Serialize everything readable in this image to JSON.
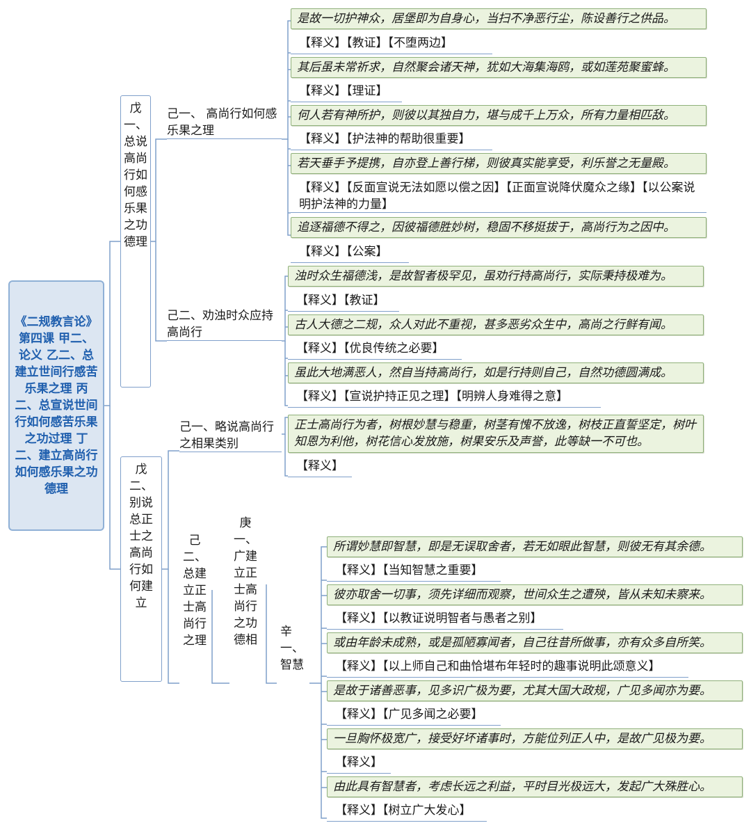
{
  "root": "《二规教言论》第四课 甲二、论义 乙二、总建立世间行感苦乐果之理 丙二、总宣说世间行如何感苦乐果之功过理 丁二、建立高尚行如何感乐果之功德理",
  "nodes": {
    "wu1": "戊一、总说高尚行如何感乐果之功德理",
    "wu2": "戊二、别说总正士之高尚行如何建立",
    "ji1": "己一、 高尚行如何感乐果之理",
    "ji2": "己二、劝浊时众应持高尚行",
    "ji1b": "己一、略说高尚行之相果类别",
    "ji2b": "己二、总建立正士高尚行之理",
    "geng1": "庚一、广建立正士高尚行之功德相",
    "xin1": "辛一、智慧"
  },
  "group_ji1": [
    {
      "quote": "是故一切护神众，居堡即为自身心，当扫不净恶行尘，陈设善行之供品。",
      "gloss": "【释义】【教证】【不堕两边】"
    },
    {
      "quote": "其后虽未常祈求，自然聚会诸天神，犹如大海集海鸥，或如莲苑聚蜜蜂。",
      "gloss": "【释义】【理证】"
    },
    {
      "quote": "何人若有神所护，则彼以其独自力，堪与成千上万众，所有力量相匹敌。",
      "gloss": "【释义】【护法神的帮助很重要】"
    },
    {
      "quote": "若天垂手予提携，自亦登上善行梯，则彼真实能享受，利乐誉之无量殿。",
      "gloss": "【释义】【反面宣说无法如愿以偿之因】【正面宣说降伏魔众之缘】【以公案说明护法神的力量】"
    },
    {
      "quote": "追逐福德不得之，因彼福德胜妙树，稳固不移挺拔于，高尚行为之因中。",
      "gloss": "【释义】【公案】"
    }
  ],
  "group_ji2": [
    {
      "quote": "浊时众生福德浅，是故智者极罕见，虽劝行持高尚行，实际秉持极难为。",
      "gloss": "【释义】【教证】"
    },
    {
      "quote": "古人大德之二规，众人对此不重视，甚多恶劣众生中，高尚之行鲜有闻。",
      "gloss": "【释义】【优良传统之必要】"
    },
    {
      "quote": "虽此大地满恶人，然自当持高尚行，如是行持则自己，自然功德圆满成。",
      "gloss": "【释义】【宣说护持正见之理】【明辨人身难得之意】"
    }
  ],
  "group_ji1b": [
    {
      "quote": "正士高尚行为者，树根妙慧与稳重，树茎有愧不放逸，树枝正直誓坚定，树叶知恩为利他，树花信心发放施，树果安乐及声誉，此等缺一不可也。",
      "gloss": "【释义】"
    }
  ],
  "group_xin1": [
    {
      "quote": "所谓妙慧即智慧，即是无误取舍者，若无如眼此智慧，则彼无有其余德。",
      "gloss": "【释义】【当知智慧之重要】"
    },
    {
      "quote": "彼亦取舍一切事，须先详细而观察，世间众生之遭殃，皆从未知未察来。",
      "gloss": "【释义】【以教证说明智者与愚者之别】"
    },
    {
      "quote": "或由年龄未成熟，或是孤陋寡闻者，自己往昔所做事，亦有众多自所笑。",
      "gloss": "【释义】【以上师自己和曲恰堪布年轻时的趣事说明此颂意义】"
    },
    {
      "quote": "是故于诸善恶事，见多识广极为要，尤其大国大政规，广见多闻亦为要。",
      "gloss": "【释义】【广见多闻之必要】"
    },
    {
      "quote": "一旦胸怀极宽广，接受好坏诸事时，方能位列正人中，是故广见极为要。",
      "gloss": "【释义】"
    },
    {
      "quote": "由此具有智慧者，考虑长远之利益，平时目光极远大，发起广大殊胜心。",
      "gloss": "【释义】【树立广大发心】"
    }
  ]
}
